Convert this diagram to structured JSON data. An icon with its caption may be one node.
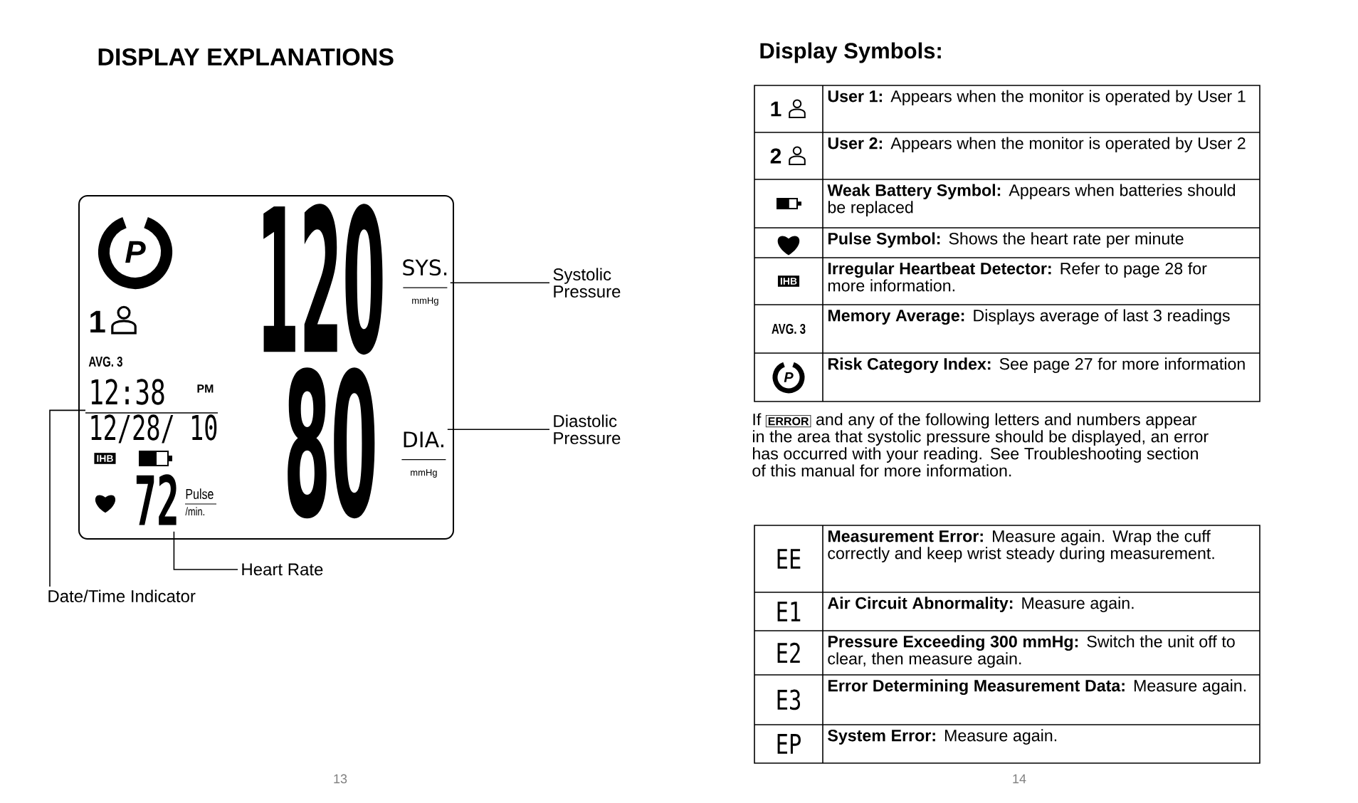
{
  "diagram": {
    "title": "DISPLAY EXPLANATIONS",
    "nodes": [
      {
        "text": [],
        "shape": "box"
      },
      {
        "text": [
          "SYS.",
          "mmHg"
        ],
        "in": 0
      },
      {
        "text": [
          "DIA.",
          "mmHg"
        ],
        "in": 0
      },
      {
        "text": [
          "12:38",
          "PM",
          "12/28/ 10"
        ],
        "in": 0
      },
      {
        "text": [
          "72",
          "Pulse",
          "/min."
        ],
        "in": 0
      },
      {
        "text": [
          "Systolic Pressure"
        ]
      },
      {
        "text": [
          "Diastolic Pressure"
        ]
      },
      {
        "text": [
          "Heart Rate"
        ]
      },
      {
        "text": [
          "Date/Time Indicator"
        ]
      }
    ],
    "edges": [
      {
        "from": 5,
        "to": 1,
        "arrow": "none"
      },
      {
        "from": 6,
        "to": 2,
        "arrow": "none"
      },
      {
        "from": 7,
        "to": 4,
        "arrow": "none"
      },
      {
        "from": 8,
        "to": 3,
        "arrow": "none"
      }
    ],
    "labels": [
      "P",
      "1",
      "AVG. 3",
      "120",
      "80",
      "IHB",
      "Display Symbols:",
      "1",
      "**User 1:** Appears when the monitor is operated by User 1",
      "2",
      "**User 2:** Appears when the monitor is operated by User 2",
      "**Weak Battery Symbol:** Appears when batteries should be replaced",
      "**Pulse Symbol:** Shows the heart rate per minute",
      "IHB",
      "**Irregular Heartbeat Detector:** Refer to page 28 for more information.",
      "AVG. 3",
      "**Memory Average:** Displays average of last 3 readings",
      "P",
      "**Risk Category Index:** See page 27 for more information",
      "If",
      "ERROR",
      "and any of the following letters and numbers appear in the area that systolic pressure should be displayed, an error has occurred with your reading. See Troubleshooting section of this manual for more information.",
      "EE",
      "**Measurement Error:** Measure again. Wrap the cuff correctly and keep wrist steady during measurement.",
      "E1",
      "**Air Circuit Abnormality:** Measure again.",
      "E2",
      "**Pressure Exceeding 300 mmHg:** Switch the unit off to clear, then measure again.",
      "E3",
      "**Error Determining Measurement Data:** Measure again.",
      "EP",
      "**System Error:** Measure again.",
      "13",
      "14"
    ]
  }
}
